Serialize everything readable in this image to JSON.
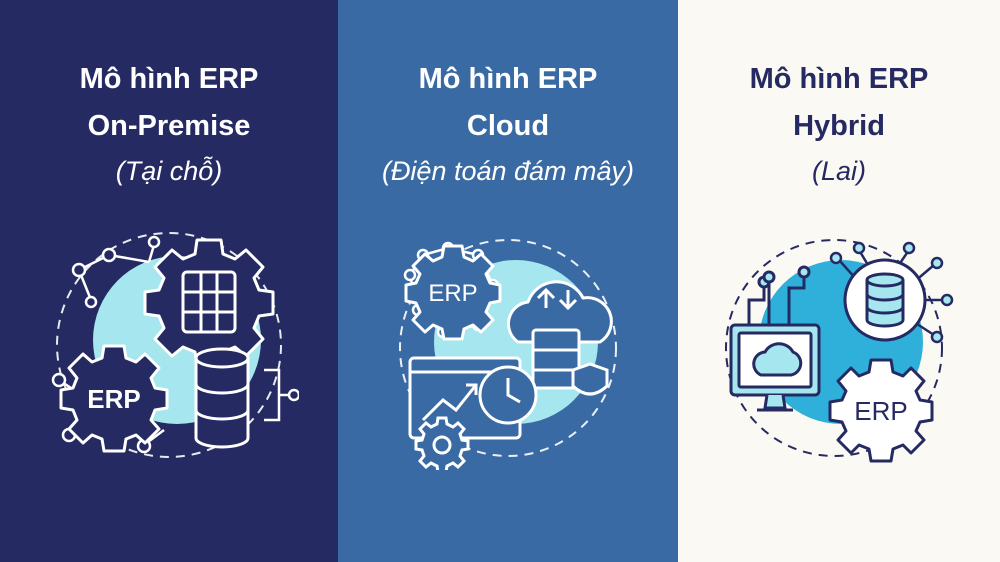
{
  "panels": [
    {
      "title_line1": "Mô hình ERP",
      "title_line2": "On-Premise",
      "subtitle": "(Tại chỗ)",
      "icon": "on-premise-server-database-icon",
      "icon_label": "ERP"
    },
    {
      "title_line1": "Mô hình ERP",
      "title_line2": "Cloud",
      "subtitle": "(Điện toán đám mây)",
      "icon": "cloud-erp-icon",
      "icon_label": "ERP"
    },
    {
      "title_line1": "Mô hình ERP",
      "title_line2": "Hybrid",
      "subtitle": "(Lai)",
      "icon": "hybrid-erp-icon",
      "icon_label": "ERP"
    }
  ],
  "colors": {
    "panel1_bg": "#262a62",
    "panel2_bg": "#3a6aa4",
    "panel3_bg": "#fbf9f3",
    "accent_light": "#a6e6ee",
    "accent_cyan": "#2eb0da",
    "line_white": "#ffffff",
    "line_dark": "#262a62"
  }
}
